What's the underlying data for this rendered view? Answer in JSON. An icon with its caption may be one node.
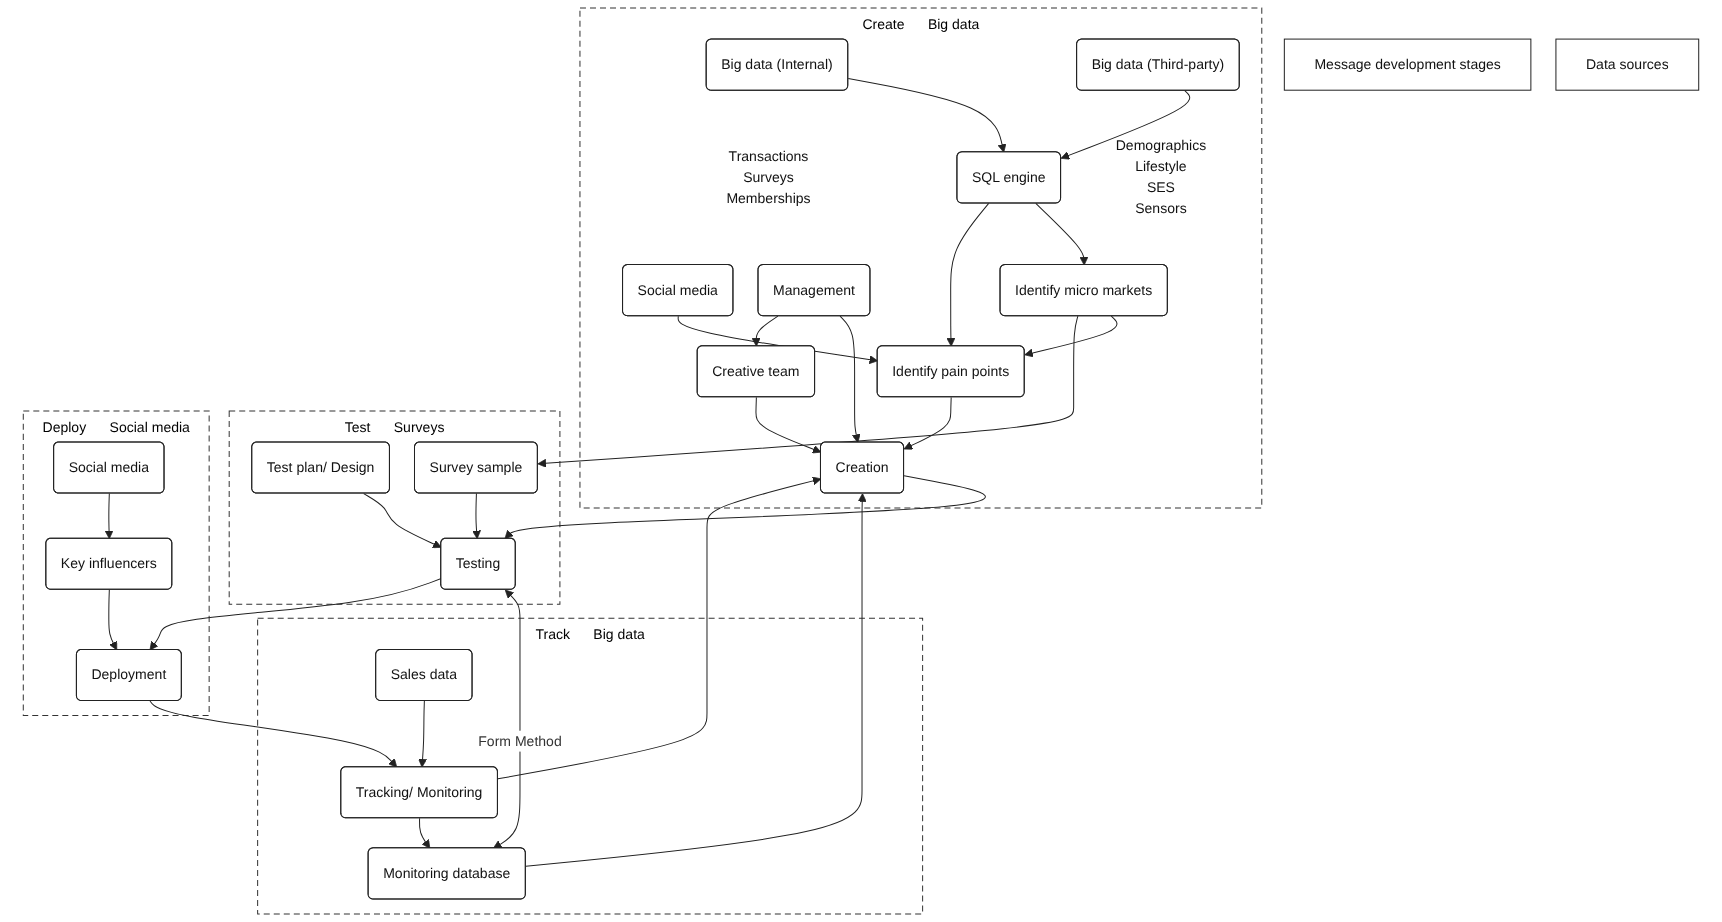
{
  "diagram": {
    "nodes": [
      {
        "text": [
          "Message development stages"
        ]
      },
      {
        "text": [
          "Create",
          "Big data"
        ]
      },
      {
        "text": [
          "Big data (Internal)"
        ],
        "in": 1,
        "beside": [
          "Transactions",
          "Surveys",
          "Memberships"
        ]
      },
      {
        "text": [
          "Big data (Third-party)"
        ],
        "in": 1,
        "beside": [
          "Demographics",
          "Lifestyle",
          "SES",
          "Sensors"
        ]
      },
      {
        "text": [
          "SQL engine"
        ],
        "in": 1
      },
      {
        "text": [
          "Identify micro markets"
        ],
        "in": 1
      },
      {
        "text": [
          "Identify pain points"
        ],
        "in": 1
      },
      {
        "text": [
          "Social media"
        ],
        "in": 1
      },
      {
        "text": [
          "Creation"
        ],
        "in": 1
      },
      {
        "text": [
          "Creative team"
        ],
        "in": 1
      },
      {
        "text": [
          "Management"
        ],
        "in": 1
      },
      {
        "text": [
          "Test",
          "Surveys"
        ]
      },
      {
        "text": [
          "Survey sample"
        ],
        "in": 11
      },
      {
        "text": [
          "Testing"
        ],
        "in": 11
      },
      {
        "text": [
          "Test plan/ Design"
        ],
        "in": 11
      },
      {
        "text": [
          "Deploy",
          "Social media"
        ]
      },
      {
        "text": [
          "Deployment"
        ],
        "in": 15
      },
      {
        "text": [
          "Key influencers"
        ],
        "in": 15
      },
      {
        "text": [
          "Social media"
        ],
        "in": 15
      },
      {
        "text": [
          "Track",
          "Big data"
        ]
      },
      {
        "text": [
          "Monitoring database"
        ],
        "in": 19
      },
      {
        "text": [
          "Tracking/ Monitoring"
        ],
        "in": 19
      },
      {
        "text": [
          "Sales data"
        ],
        "in": 19
      },
      {
        "text": [
          "Data sources"
        ]
      }
    ],
    "edges": [
      {
        "from": 2,
        "to": 4,
        "arrow": "to"
      },
      {
        "from": 3,
        "to": 4,
        "arrow": "to"
      },
      {
        "from": 4,
        "to": 5,
        "arrow": "to"
      },
      {
        "from": 4,
        "to": 6,
        "arrow": "to"
      },
      {
        "from": 5,
        "to": 6,
        "arrow": "to"
      },
      {
        "from": 7,
        "to": 6,
        "arrow": "to"
      },
      {
        "from": 6,
        "to": 8,
        "arrow": "to"
      },
      {
        "from": 9,
        "to": 8,
        "arrow": "to"
      },
      {
        "from": 10,
        "to": 8,
        "arrow": "to"
      },
      {
        "from": 10,
        "to": 9,
        "arrow": "to"
      },
      {
        "from": 5,
        "to": 12,
        "arrow": "to"
      },
      {
        "from": 8,
        "to": 13,
        "arrow": "to"
      },
      {
        "from": 12,
        "to": 13,
        "arrow": "to"
      },
      {
        "from": 14,
        "to": 13,
        "arrow": "to"
      },
      {
        "from": 13,
        "to": 20,
        "arrow": "both",
        "label": "Form Method"
      },
      {
        "from": 13,
        "to": 16,
        "arrow": "to"
      },
      {
        "from": 17,
        "to": 16,
        "arrow": "to"
      },
      {
        "from": 18,
        "to": 17,
        "arrow": "to"
      },
      {
        "from": 16,
        "to": 21,
        "arrow": "to"
      },
      {
        "from": 22,
        "to": 21,
        "arrow": "to"
      },
      {
        "from": 21,
        "to": 20,
        "arrow": "to"
      },
      {
        "from": 20,
        "to": 8,
        "arrow": "to"
      },
      {
        "from": 21,
        "to": 8,
        "arrow": "to"
      }
    ]
  }
}
